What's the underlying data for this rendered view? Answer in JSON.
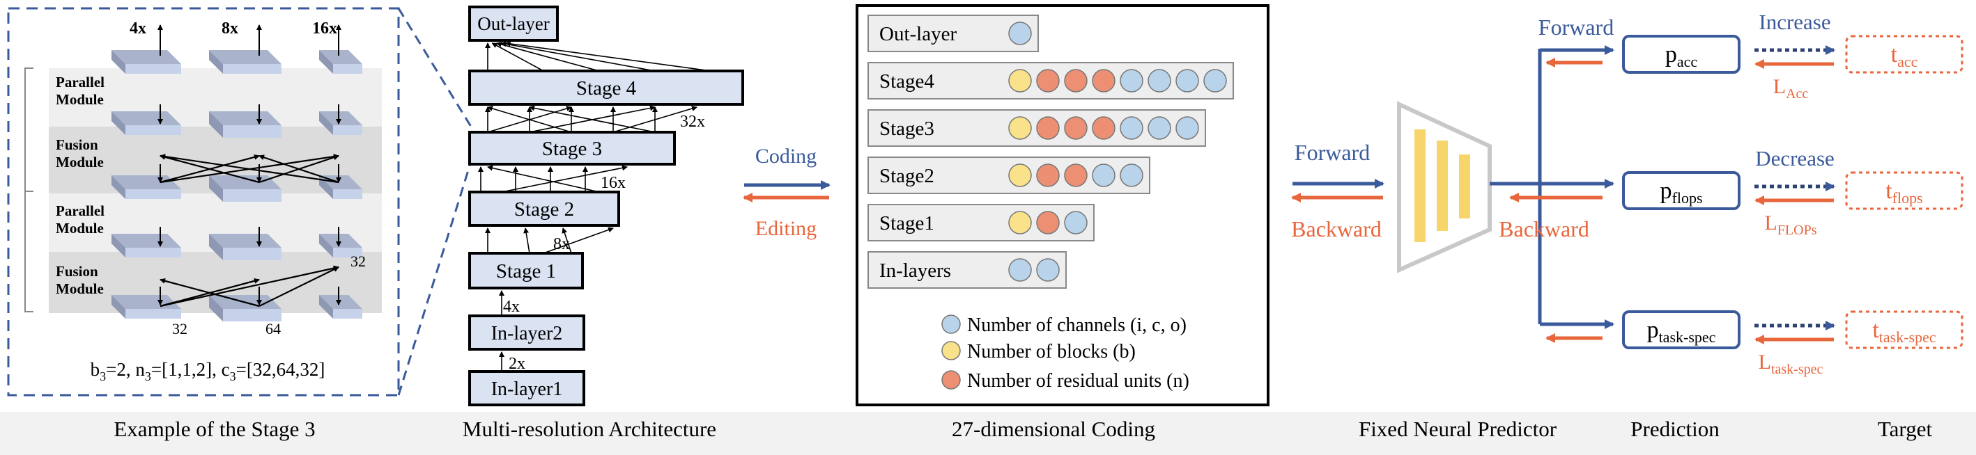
{
  "captions": {
    "stage3": "Example of the Stage 3",
    "arch": "Multi-resolution Architecture",
    "coding": "27-dimensional Coding",
    "predictor": "Fixed Neural Predictor",
    "prediction": "Prediction",
    "target": "Target"
  },
  "stage3_example": {
    "res_labels": [
      "4x",
      "8x",
      "16x"
    ],
    "module_labels": [
      [
        "Parallel",
        "Module"
      ],
      [
        "Fusion",
        "Module"
      ],
      [
        "Parallel",
        "Module"
      ],
      [
        "Fusion",
        "Module"
      ]
    ],
    "channel_labels": [
      "32",
      "64",
      "32"
    ],
    "formula": {
      "b": "b",
      "b_sub": "3",
      "b_val": "=2, ",
      "n": "n",
      "n_sub": "3",
      "n_val": "=[1,1,2], ",
      "c": "c",
      "c_sub": "3",
      "c_val": "=[32,64,32]"
    }
  },
  "architecture": {
    "out_layer": "Out-layer",
    "stage4": "Stage 4",
    "stage3": "Stage 3",
    "stage2": "Stage 2",
    "stage1": "Stage 1",
    "in_layer2": "In-layer2",
    "in_layer1": "In-layer1",
    "scales": [
      "2x",
      "4x",
      "8x",
      "16x",
      "32x"
    ]
  },
  "coding_arrows": {
    "coding": "Coding",
    "editing": "Editing"
  },
  "coding_table": {
    "rows": [
      {
        "label": "Out-layer",
        "dots": [
          "blue"
        ]
      },
      {
        "label": "Stage4",
        "dots": [
          "yellow",
          "red",
          "red",
          "red",
          "blue",
          "blue",
          "blue",
          "blue"
        ]
      },
      {
        "label": "Stage3",
        "dots": [
          "yellow",
          "red",
          "red",
          "red",
          "blue",
          "blue",
          "blue"
        ]
      },
      {
        "label": "Stage2",
        "dots": [
          "yellow",
          "red",
          "red",
          "blue",
          "blue"
        ]
      },
      {
        "label": "Stage1",
        "dots": [
          "yellow",
          "red",
          "blue"
        ]
      },
      {
        "label": "In-layers",
        "dots": [
          "blue",
          "blue"
        ]
      }
    ],
    "legend": [
      {
        "color": "blue",
        "text": "Number of channels (i, c, o)"
      },
      {
        "color": "yellow",
        "text": "Number of blocks (b)"
      },
      {
        "color": "red",
        "text": "Number of residual units (n)"
      }
    ]
  },
  "predictor": {
    "forward": "Forward",
    "backward": "Backward",
    "forward2": "Forward",
    "backward2": "Backward"
  },
  "predictions": [
    {
      "base": "p",
      "sub": "acc",
      "target_base": "t",
      "target_sub": "acc",
      "loss_base": "L",
      "loss_sub": "Acc",
      "hint": "Increase"
    },
    {
      "base": "p",
      "sub": "flops",
      "target_base": "t",
      "target_sub": "flops",
      "loss_base": "L",
      "loss_sub": "FLOPs",
      "hint": "Decrease"
    },
    {
      "base": "p",
      "sub": "task-spec",
      "target_base": "t",
      "target_sub": "task-spec",
      "loss_base": "L",
      "loss_sub": "task-spec",
      "hint": ""
    }
  ],
  "colors": {
    "blue_arrow": "#3a5a9b",
    "orange": "#e8663c",
    "dot_blue": "#b9d3ea",
    "dot_yellow": "#fae28a",
    "dot_red": "#ec8f73",
    "box_fill": "#dbe3f3",
    "bar_yellow": "#f7d56b"
  }
}
